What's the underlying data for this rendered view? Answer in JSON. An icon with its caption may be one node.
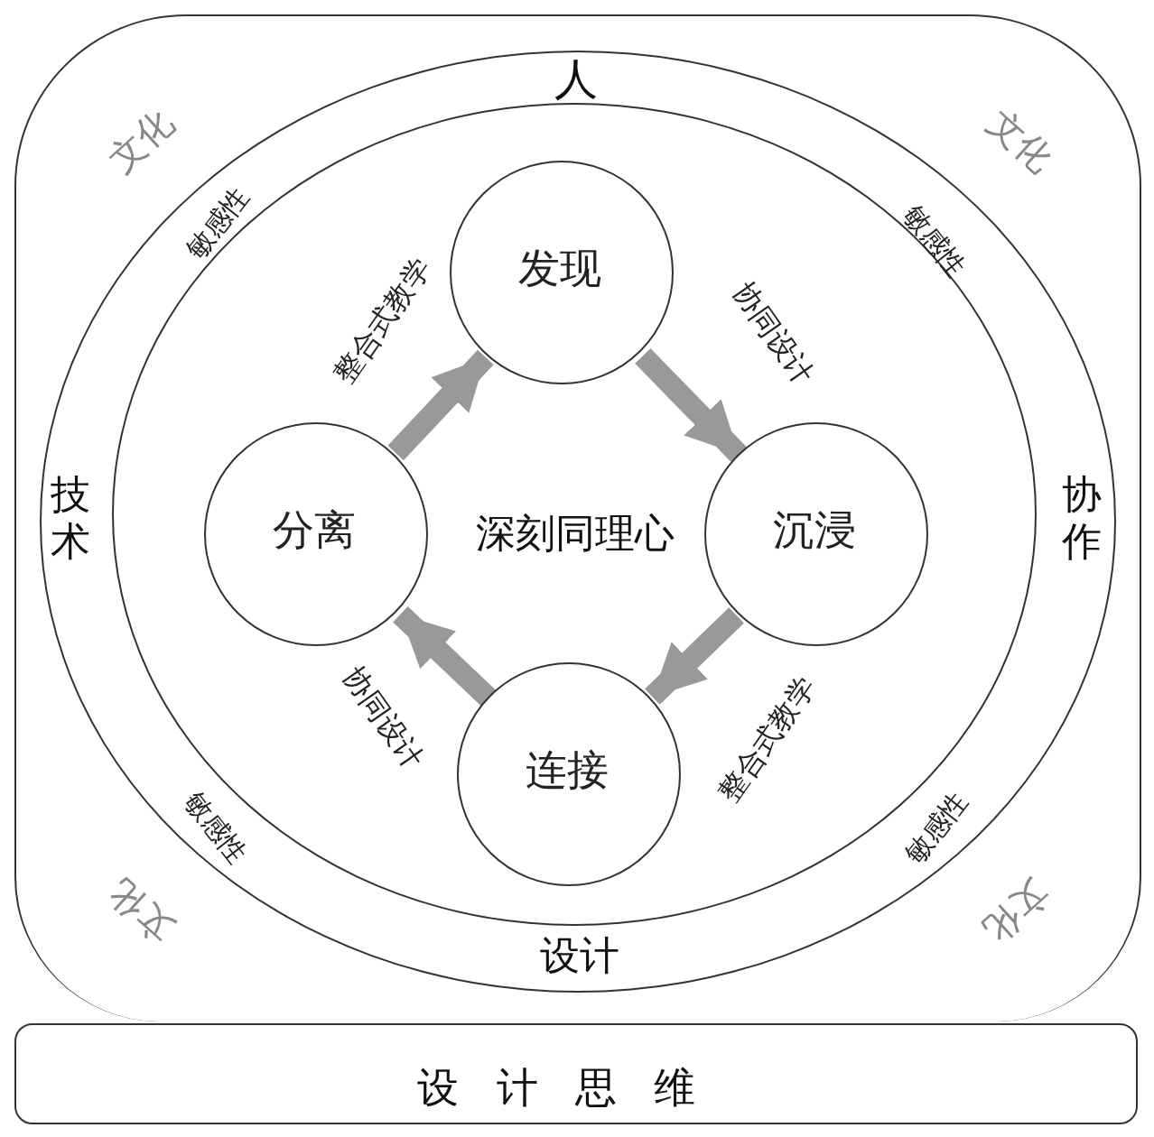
{
  "diagram": {
    "nodes": [
      {
        "text": [],
        "shape": "box"
      },
      {
        "text": [
          "人",
          "技术",
          "协作",
          "设计"
        ],
        "in": 0
      },
      {
        "text": [
          "敏感性",
          "敏感性",
          "敏感性",
          "敏感性",
          "深刻同理心"
        ],
        "in": 1
      },
      {
        "text": [
          "发现"
        ],
        "in": 2
      },
      {
        "text": [
          "沉浸"
        ],
        "in": 2
      },
      {
        "text": [
          "连接"
        ],
        "in": 2
      },
      {
        "text": [
          "分离"
        ],
        "in": 2
      },
      {
        "text": [
          "设计思维"
        ]
      }
    ],
    "edges": [
      {
        "from": 6,
        "to": 3,
        "arrow": "to",
        "label": "整合式教学"
      },
      {
        "from": 3,
        "to": 4,
        "arrow": "to",
        "label": "协同设计"
      },
      {
        "from": 4,
        "to": 5,
        "arrow": "to",
        "label": "整合式教学"
      },
      {
        "from": 5,
        "to": 6,
        "arrow": "to",
        "label": "协同设计"
      }
    ],
    "labels": [
      "文化",
      "文化",
      "文化",
      "文化"
    ]
  }
}
